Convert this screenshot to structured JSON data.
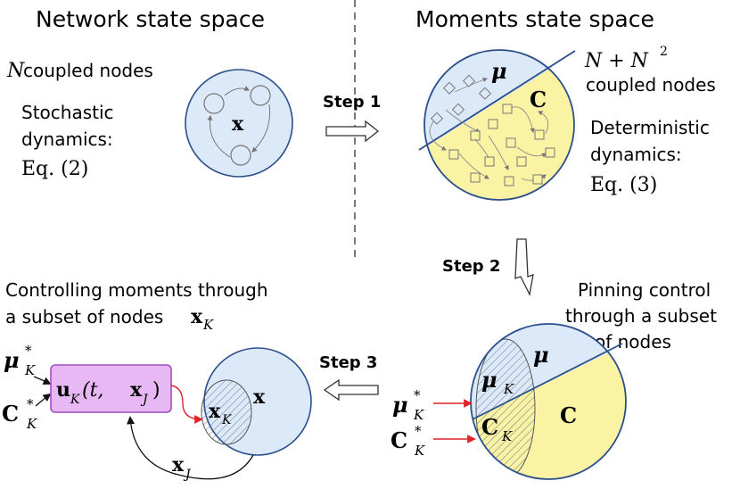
{
  "left_panel": {
    "title": "Network state space",
    "n_symbol": "N",
    "n_text": " coupled nodes",
    "stochastic_line1": "Stochastic",
    "stochastic_line2": "dynamics:",
    "eq_left": "Eq. (2)",
    "state_symbol": "x"
  },
  "right_panel": {
    "title": "Moments state space",
    "count_expr": "N + N",
    "count_exp": "2",
    "count_text": "coupled nodes",
    "deterministic_line1": "Deterministic",
    "deterministic_line2": "dynamics:",
    "eq_right": "Eq. (3)",
    "mu_symbol": "μ",
    "c_symbol": "C"
  },
  "steps": {
    "step1": "Step 1",
    "step2": "Step 2",
    "step3": "Step 3"
  },
  "pinning": {
    "line1": "Pinning control",
    "line2": "through a subset",
    "line3": "of nodes",
    "mu": "μ",
    "muK": "μ",
    "sub_K": "K",
    "c": "C",
    "cK": "C",
    "mu_star": "μ",
    "c_star": "C",
    "star": "*"
  },
  "controlling": {
    "line1": "Controlling moments through",
    "line2": "a subset of nodes ",
    "xk_base": "x",
    "xk_sub": "K",
    "ctrl_u": "u",
    "ctrl_sub": "K",
    "ctrl_args": "(t, ",
    "ctrl_x": "x",
    "ctrl_xsub": "J",
    "ctrl_close": ")",
    "mu_star": "μ",
    "c_star": "C",
    "star": "*",
    "sub_K": "K",
    "xK": "x",
    "x": "x",
    "xJ": "x",
    "sub_J": "J"
  },
  "colors": {
    "blue_fill": "#dce9f8",
    "blue_stroke": "#2a4f8a",
    "yellow_fill": "#fbf3a4",
    "control_fill": "#e7b8f3",
    "control_stroke": "#a14fc0",
    "red_arrow": "#e0242a"
  }
}
